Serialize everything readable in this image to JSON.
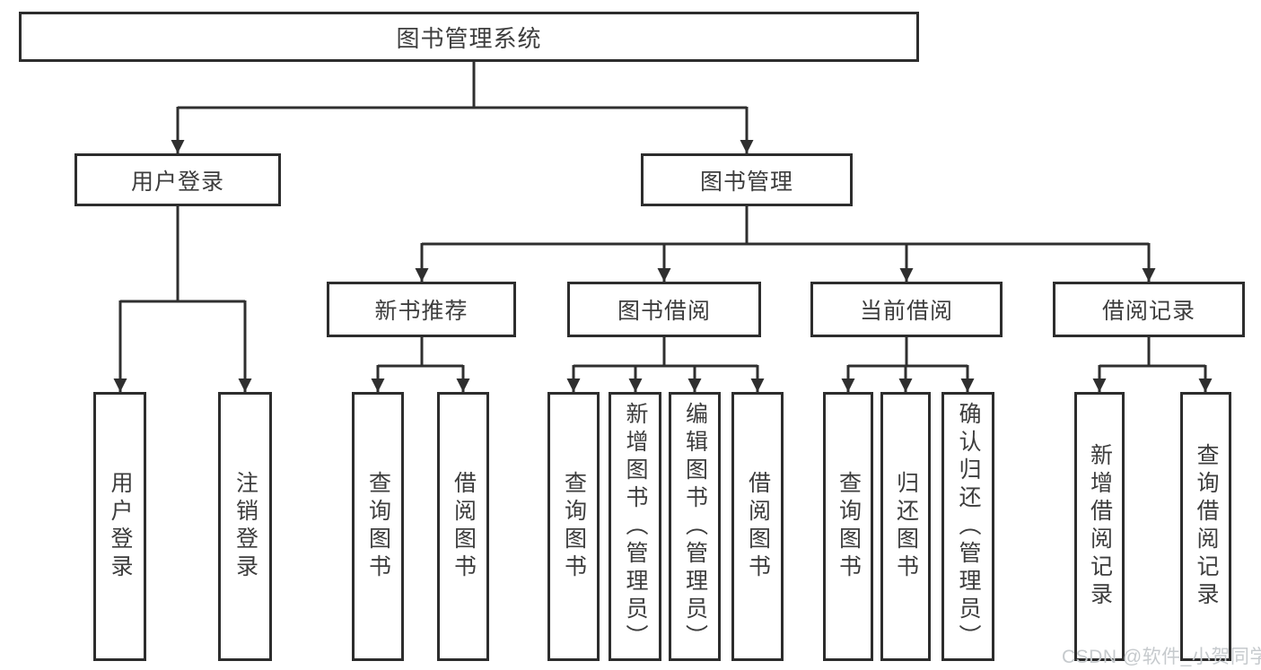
{
  "diagram": {
    "root": {
      "label": "图书管理系统"
    },
    "level2": [
      {
        "label": "用户登录"
      },
      {
        "label": "图书管理"
      }
    ],
    "level3": [
      {
        "label": "新书推荐"
      },
      {
        "label": "图书借阅"
      },
      {
        "label": "当前借阅"
      },
      {
        "label": "借阅记录"
      }
    ],
    "leafGroups": [
      {
        "parent": "用户登录",
        "items": [
          {
            "label": "用户登录"
          },
          {
            "label": "注销登录"
          }
        ]
      },
      {
        "parent": "新书推荐",
        "items": [
          {
            "label": "查询图书"
          },
          {
            "label": "借阅图书"
          }
        ]
      },
      {
        "parent": "图书借阅",
        "items": [
          {
            "label": "查询图书"
          },
          {
            "label": "新增图书（管理员）"
          },
          {
            "label": "编辑图书（管理员）"
          },
          {
            "label": "借阅图书"
          }
        ]
      },
      {
        "parent": "当前借阅",
        "items": [
          {
            "label": "查询图书"
          },
          {
            "label": "归还图书"
          },
          {
            "label": "确认归还（管理员）"
          }
        ]
      },
      {
        "parent": "借阅记录",
        "items": [
          {
            "label": "新增借阅记录"
          },
          {
            "label": "查询借阅记录"
          }
        ]
      }
    ]
  },
  "watermark": {
    "text": "CSDN @软件_小贺同学"
  },
  "colors": {
    "line": "#2f2f2f",
    "box_border": "#2d2d2d",
    "text": "#3d3d3d",
    "background": "#ffffff",
    "watermark": "#c6cacd"
  }
}
